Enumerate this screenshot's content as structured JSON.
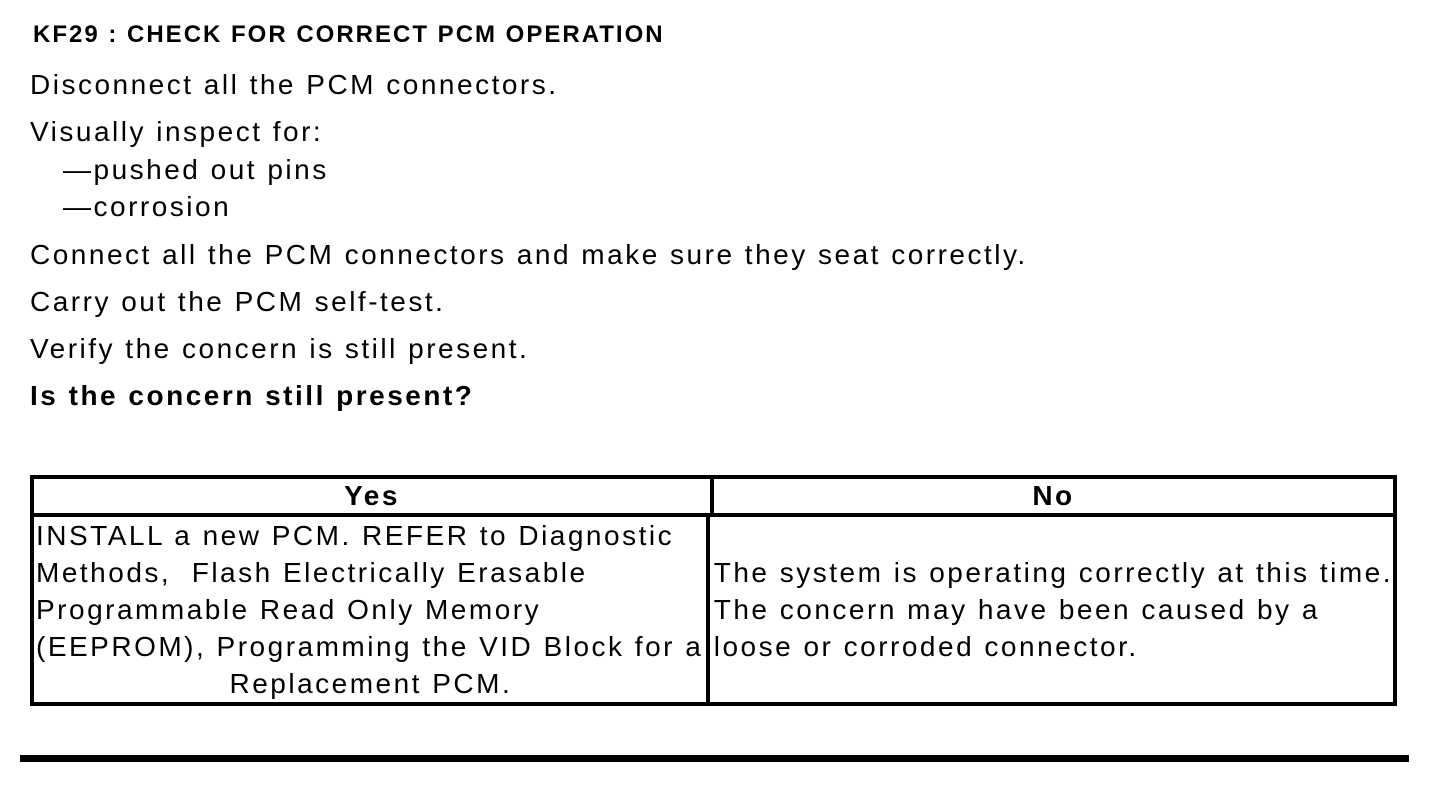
{
  "document": {
    "title": "KF29 : CHECK FOR CORRECT PCM OPERATION",
    "steps": [
      "Disconnect all the PCM connectors.",
      "Visually inspect for:",
      "Connect all the PCM connectors and make sure they seat correctly.",
      "Carry out the PCM self-test.",
      "Verify the concern is still present."
    ],
    "inspection_items": [
      "—pushed out pins",
      "—corrosion"
    ],
    "question": "Is the concern still present?"
  },
  "decision_table": {
    "yes_header": "Yes",
    "no_header": "No",
    "yes_lines": [
      "INSTALL a new PCM. REFER to Diagnostic",
      "Methods,  Flash Electrically Erasable",
      "Programmable Read Only Memory",
      "(EEPROM), Programming the VID Block for a",
      "Replacement PCM."
    ],
    "no_lines": [
      "The system is operating correctly at this time.",
      "The concern may have been caused by a",
      "loose or corroded connector."
    ]
  },
  "colors": {
    "text": "#000000",
    "background": "#ffffff",
    "border": "#000000"
  }
}
